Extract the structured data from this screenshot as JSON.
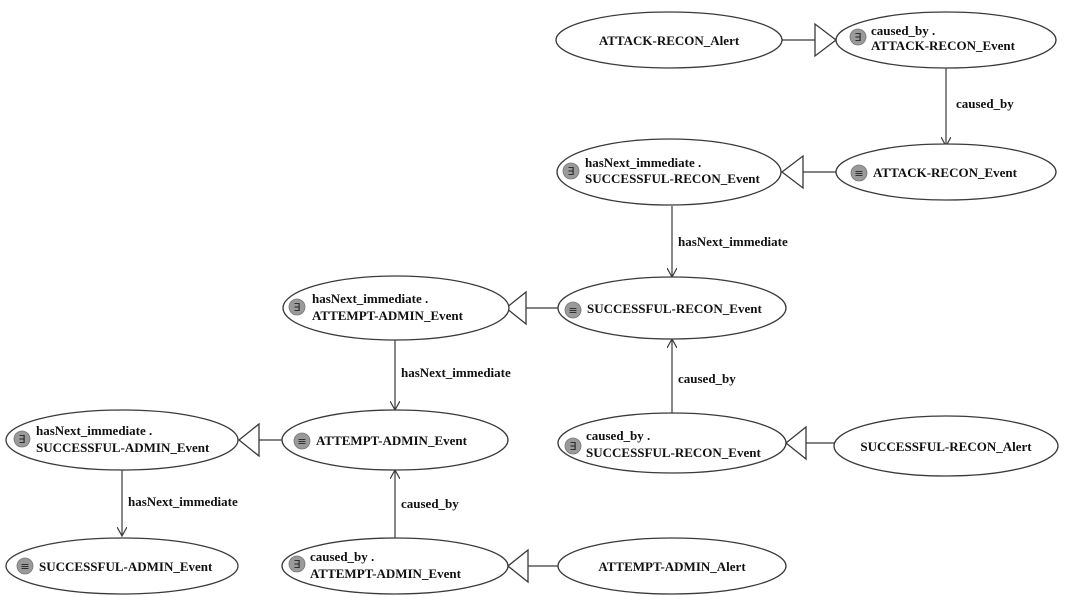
{
  "icons": {
    "exists": "∃",
    "equiv": "≡"
  },
  "nodes": {
    "attack_recon_alert": {
      "lines": [
        "ATTACK-RECON_Alert"
      ]
    },
    "caused_by_attack_recon_event": {
      "icon": "exists-icon",
      "lines": [
        "caused_by .",
        "ATTACK-RECON_Event"
      ]
    },
    "attack_recon_event": {
      "icon": "equiv-icon",
      "lines": [
        "ATTACK-RECON_Event"
      ]
    },
    "has_next_successful_recon_event": {
      "icon": "exists-icon",
      "lines": [
        "hasNext_immediate .",
        "SUCCESSFUL-RECON_Event"
      ]
    },
    "successful_recon_event": {
      "icon": "equiv-icon",
      "lines": [
        "SUCCESSFUL-RECON_Event"
      ]
    },
    "has_next_attempt_admin_event": {
      "icon": "exists-icon",
      "lines": [
        "hasNext_immediate .",
        "ATTEMPT-ADMIN_Event"
      ]
    },
    "caused_by_successful_recon_event": {
      "icon": "exists-icon",
      "lines": [
        "caused_by .",
        "SUCCESSFUL-RECON_Event"
      ]
    },
    "successful_recon_alert": {
      "lines": [
        "SUCCESSFUL-RECON_Alert"
      ]
    },
    "has_next_successful_admin_event": {
      "icon": "exists-icon",
      "lines": [
        "hasNext_immediate .",
        "SUCCESSFUL-ADMIN_Event"
      ]
    },
    "attempt_admin_event": {
      "icon": "equiv-icon",
      "lines": [
        "ATTEMPT-ADMIN_Event"
      ]
    },
    "successful_admin_event": {
      "icon": "equiv-icon",
      "lines": [
        "SUCCESSFUL-ADMIN_Event"
      ]
    },
    "caused_by_attempt_admin_event": {
      "icon": "exists-icon",
      "lines": [
        "caused_by .",
        "ATTEMPT-ADMIN_Event"
      ]
    },
    "attempt_admin_alert": {
      "lines": [
        "ATTEMPT-ADMIN_Alert"
      ]
    }
  },
  "edges": {
    "caused_by_1": "caused_by",
    "has_next_1": "hasNext_immediate",
    "has_next_2": "hasNext_immediate",
    "caused_by_2": "caused_by",
    "has_next_3": "hasNext_immediate",
    "caused_by_3": "caused_by"
  }
}
